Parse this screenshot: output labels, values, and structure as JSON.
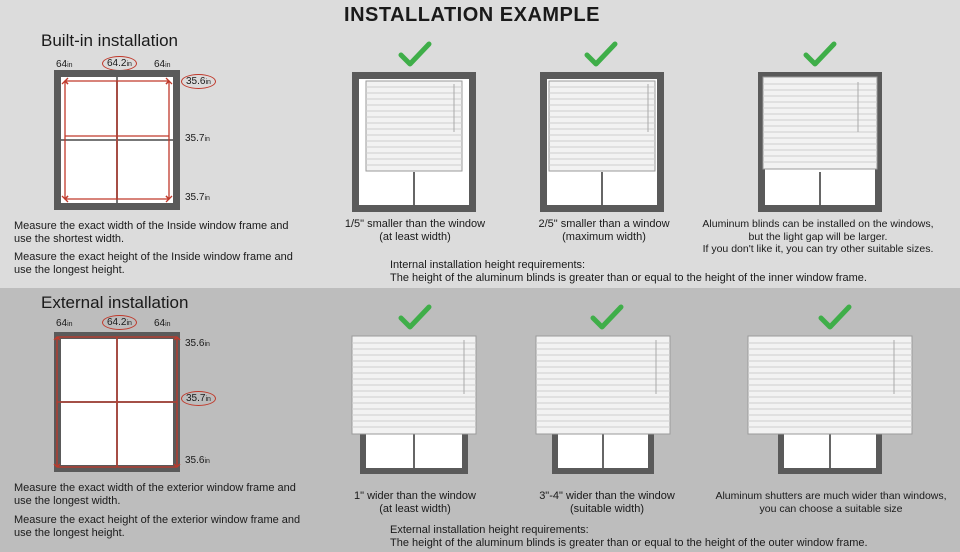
{
  "title": "INSTALLATION EXAMPLE",
  "unit": "in",
  "builtin": {
    "heading": "Built-in installation",
    "dims": {
      "left": "64",
      "center": "64.2",
      "right": "64",
      "h1": "35.6",
      "h2": "35.7",
      "h3": "35.7"
    },
    "notes": [
      "Measure the exact width of the Inside window frame and use the shortest width.",
      "Measure the exact height of the Inside window frame and use the longest height."
    ],
    "examples": [
      {
        "caption_1": "1/5\" smaller than the window",
        "caption_2": "(at least width)",
        "icon": "check-icon"
      },
      {
        "caption_1": "2/5\" smaller than a window",
        "caption_2": "(maximum width)",
        "icon": "check-icon"
      },
      {
        "caption_1": "Aluminum blinds can be installed on the windows,",
        "caption_2": "but the light gap will be larger.",
        "caption_3": "If you don't like it, you can try other suitable sizes.",
        "icon": "check-icon"
      }
    ],
    "requirement_title": "Internal installation height requirements:",
    "requirement_text": "The height of the aluminum blinds is greater than or equal to the height of the inner window frame."
  },
  "external": {
    "heading": "External installation",
    "dims": {
      "left": "64",
      "center": "64.2",
      "right": "64",
      "h1": "35.6",
      "h2": "35.7",
      "h3": "35.6"
    },
    "notes": [
      "Measure the exact width of the exterior window frame and use the longest width.",
      "Measure the exact height of the exterior window frame and use the longest height."
    ],
    "examples": [
      {
        "caption_1": "1\" wider than the window",
        "caption_2": "(at least width)",
        "icon": "check-icon"
      },
      {
        "caption_1": "3\"-4\" wider than the window",
        "caption_2": "(suitable width)",
        "icon": "check-icon"
      },
      {
        "caption_1": "Aluminum shutters are much wider than windows,",
        "caption_2": "you can choose a suitable size",
        "icon": "check-icon"
      }
    ],
    "requirement_title": "External installation height requirements:",
    "requirement_text": "The height of the aluminum blinds is greater than or equal to the height of the outer window frame."
  },
  "colors": {
    "check": "#3fae49",
    "measure": "#c0392b",
    "frame": "#555555"
  }
}
